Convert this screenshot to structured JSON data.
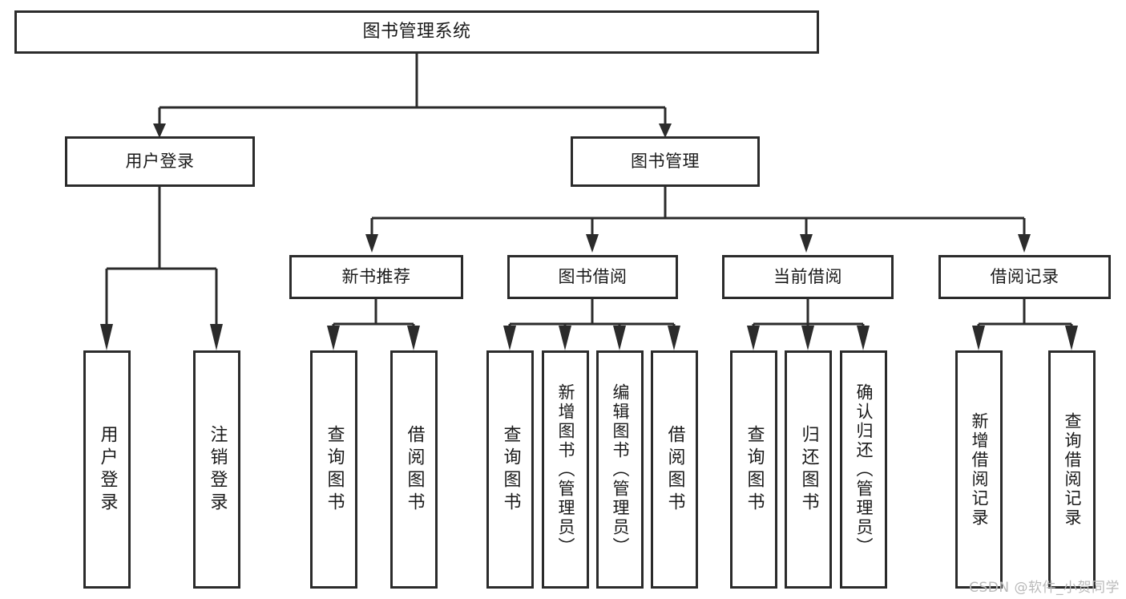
{
  "diagram": {
    "title": "图书管理系统",
    "type": "tree-hierarchy-chart",
    "colors": {
      "stroke": "#2b2b2b",
      "fill": "#ffffff",
      "text": "#1a1a1a",
      "watermark": "#b9b9b9"
    }
  },
  "root": {
    "label": "图书管理系统"
  },
  "level1": [
    {
      "label": "用户登录"
    },
    {
      "label": "图书管理"
    }
  ],
  "level2": [
    {
      "label": "新书推荐"
    },
    {
      "label": "图书借阅"
    },
    {
      "label": "当前借阅"
    },
    {
      "label": "借阅记录"
    }
  ],
  "leaves": {
    "user_login": [
      {
        "label": "用户登录"
      },
      {
        "label": "注销登录"
      }
    ],
    "new_book_recommend": [
      {
        "label": "查询图书"
      },
      {
        "label": "借阅图书"
      }
    ],
    "book_borrow": [
      {
        "label": "查询图书"
      },
      {
        "label": "新增图书（管理员）"
      },
      {
        "label": "编辑图书（管理员）"
      },
      {
        "label": "借阅图书"
      }
    ],
    "current_borrow": [
      {
        "label": "查询图书"
      },
      {
        "label": "归还图书"
      },
      {
        "label": "确认归还（管理员）"
      }
    ],
    "borrow_record": [
      {
        "label": "新增借阅记录"
      },
      {
        "label": "查询借阅记录"
      }
    ]
  },
  "watermark": {
    "text": "CSDN @软件_小贺同学"
  }
}
